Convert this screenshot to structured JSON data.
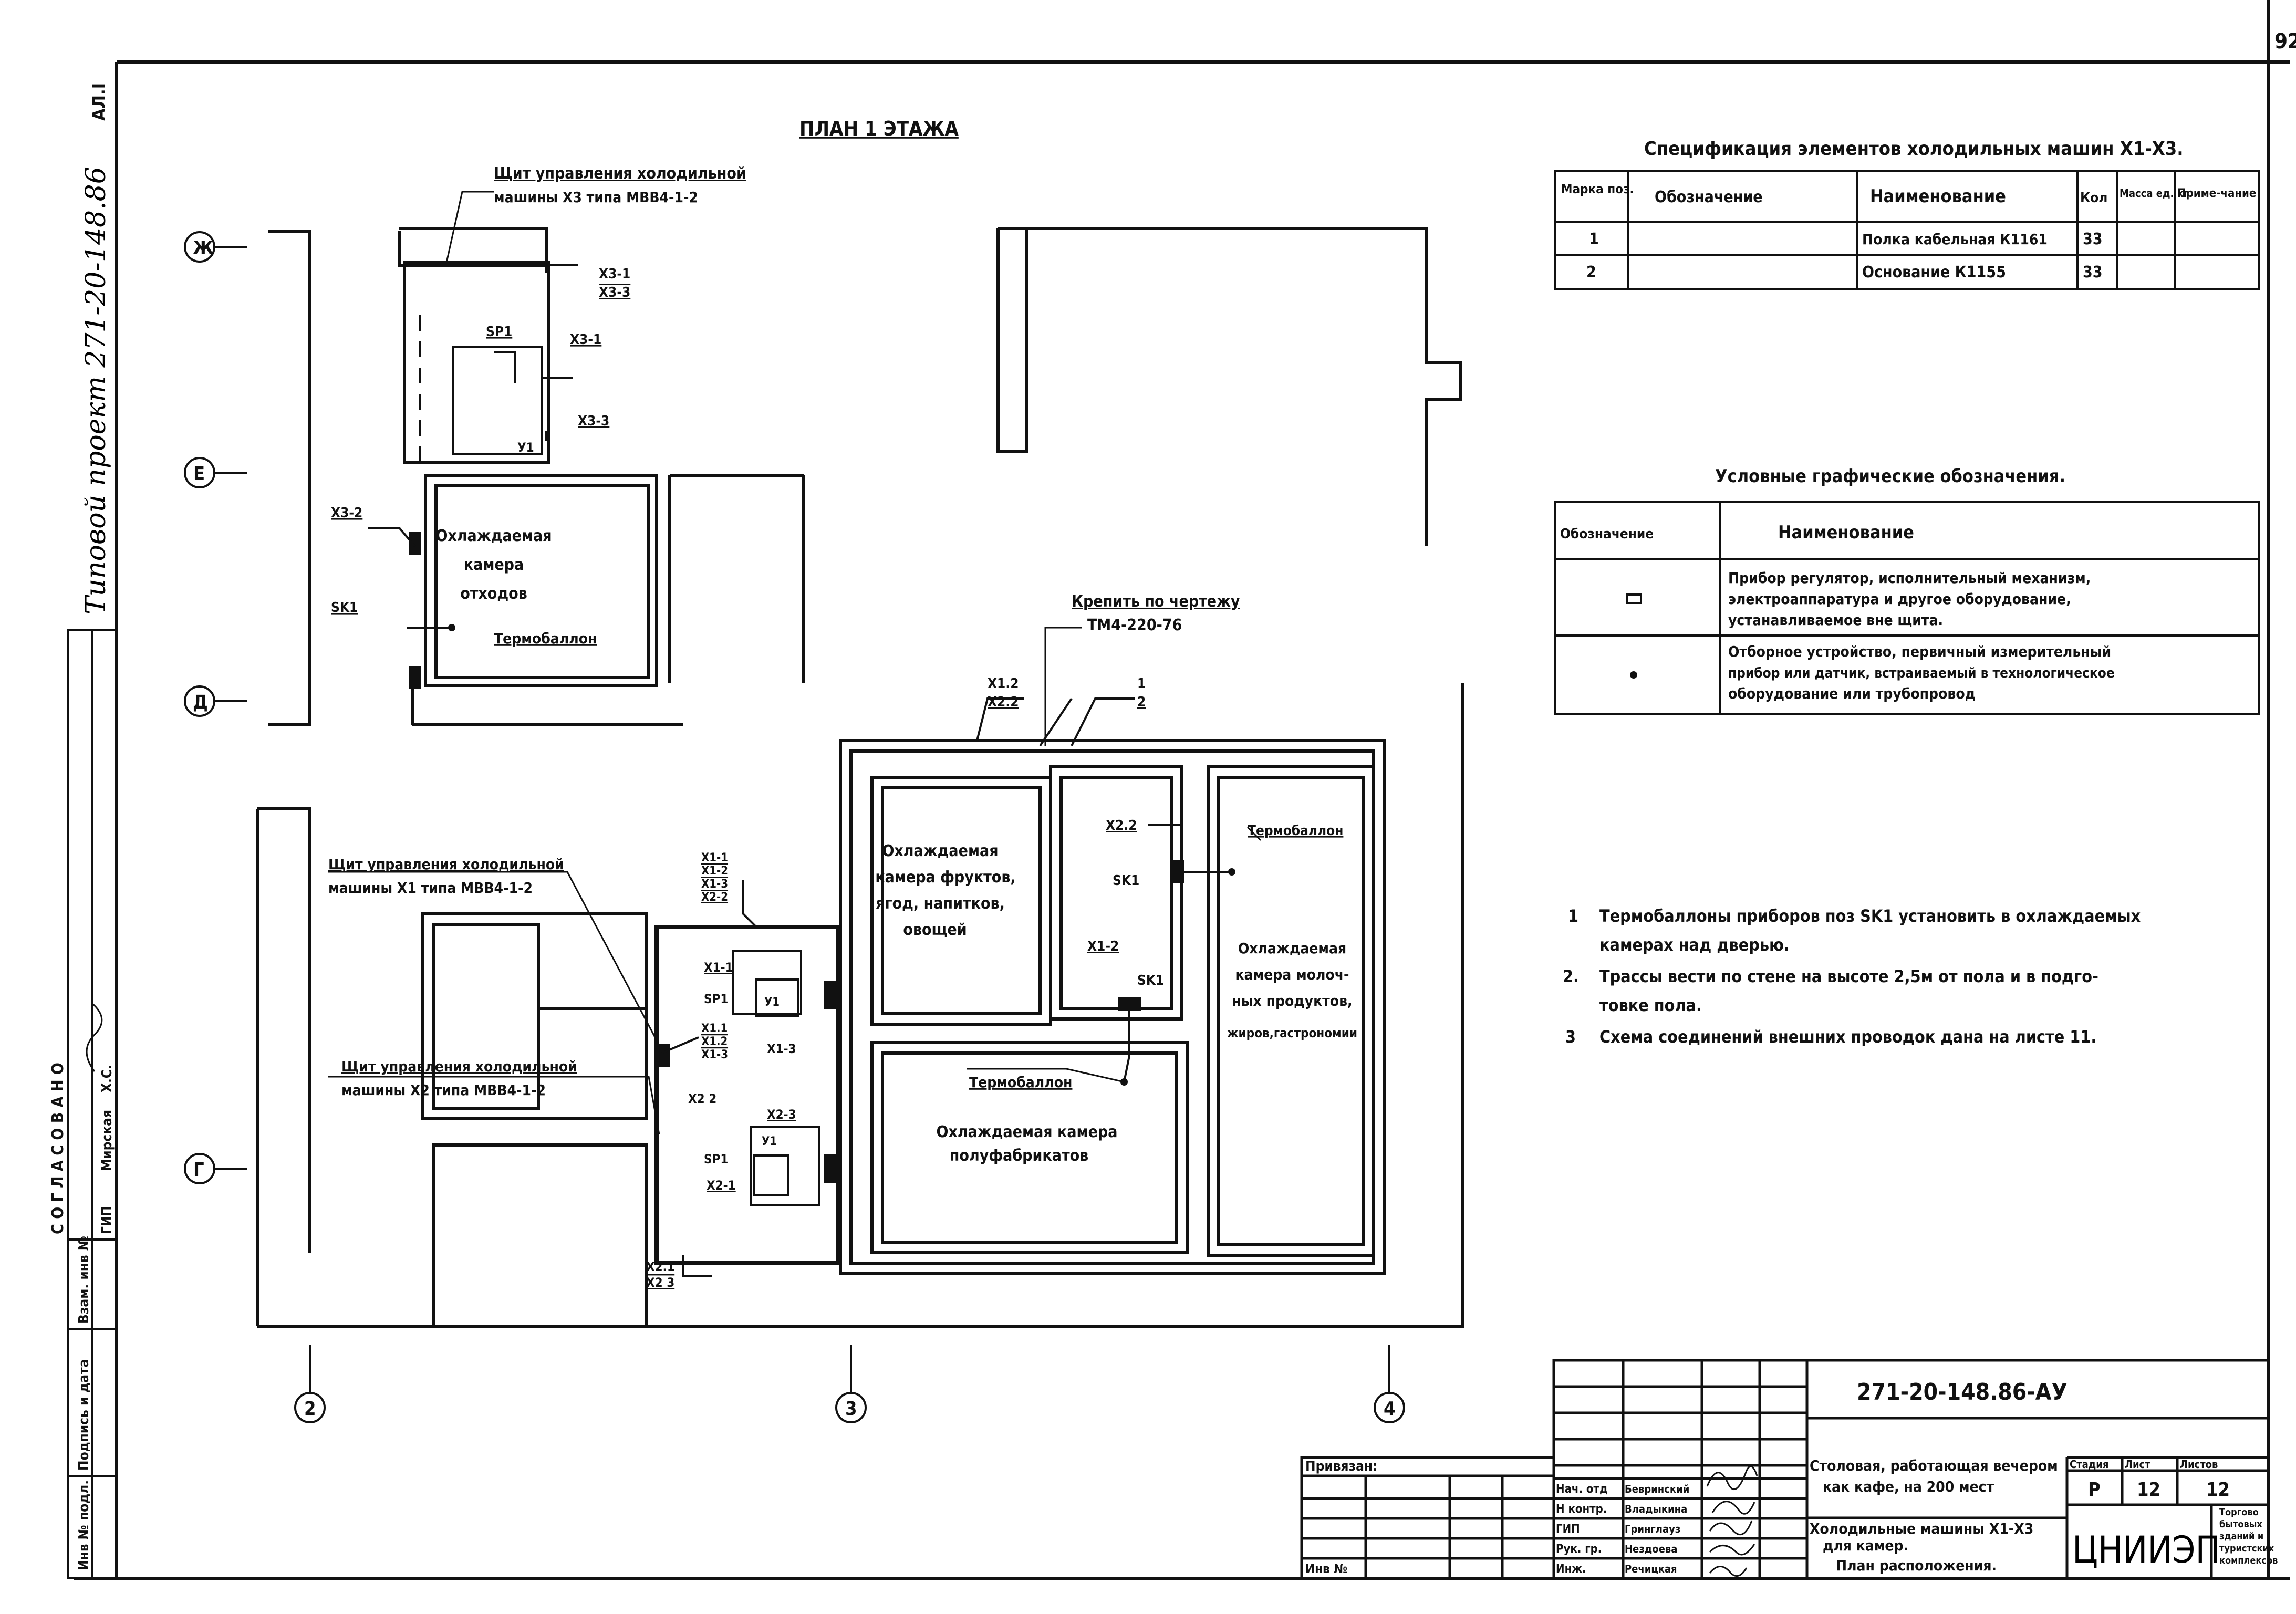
{
  "sheet_number": "92",
  "side": {
    "project_handwritten": "Типовой проект 271-20-148.86",
    "code": "АЛ.I",
    "stamp_labels": [
      "Инв № подл.",
      "Подпись и дата",
      "Взам. инв №"
    ],
    "agreed_title": "С О Г Л А С О В А Н О",
    "agreed_rows": [
      [
        "ГИП",
        "Мирская"
      ],
      [
        "Х.С.",
        ""
      ]
    ]
  },
  "plan": {
    "title": "ПЛАН 1 ЭТАЖА",
    "axis_rows": [
      "Ж",
      "Е",
      "Д",
      "Г"
    ],
    "axis_cols": [
      "2",
      "3",
      "4"
    ],
    "rooms": {
      "waste": [
        "Охлаждаемая",
        "камера",
        "отходов"
      ],
      "fruits": [
        "Охлаждаемая",
        "камера фруктов,",
        "ягод, напитков,",
        "овощей"
      ],
      "dairy": [
        "Охлаждаемая",
        "камера молоч-",
        "ных продуктов,",
        "жиров,гастрономии"
      ],
      "semi": [
        "Охлаждаемая камера",
        "полуфабрикатов"
      ]
    },
    "labels": {
      "panel_x3": [
        "Щит управления холодильной",
        "машины Х3 типа МВВ4-1-2"
      ],
      "panel_x1": [
        "Щит управления холодильной",
        "машины Х1 типа МВВ4-1-2"
      ],
      "panel_x2": [
        "Щит управления холодильной",
        "машины Х2 типа МВВ4-1-2"
      ],
      "fix": [
        "Крепить по чертежу",
        "ТМ4-220-76"
      ],
      "thermo": "Термобаллон",
      "x3_1_x3_3": [
        "Х3-1",
        "Х3-3"
      ],
      "x3_1": "Х3-1",
      "x3_3": "Х3-3",
      "x3_2": "Х3-2",
      "sp1": "SP1",
      "y1": "У1",
      "sk1": "SK1",
      "x1_2_x2_2": [
        "Х1.2",
        "Х2.2"
      ],
      "mark_1_2": [
        "1",
        "2"
      ],
      "x1_block": [
        "Х1-1",
        "Х1-2",
        "Х1-3",
        "Х2-2"
      ],
      "x1_block2": [
        "Х1.1",
        "Х1.2",
        "Х1-3"
      ],
      "x1_1": "Х1-1",
      "x1_3": "Х1-3",
      "x2_2": "Х2.2",
      "x2_2b": "Х2 2",
      "x1_2": "Х1-2",
      "x2_3": "Х2-3",
      "x2_1": "Х2-1",
      "x2_1_x2_3": [
        "Х2.1",
        "Х2 3"
      ]
    }
  },
  "spec": {
    "title": "Спецификация элементов холодильных машин Х1-Х3.",
    "headers": [
      "Марка поз.",
      "Обозначение",
      "Наименование",
      "Кол",
      "Масса ед. кг",
      "Приме-чание"
    ],
    "rows": [
      [
        "1",
        "",
        "Полка кабельная К1161",
        "33",
        "",
        ""
      ],
      [
        "2",
        "",
        "Основание К1155",
        "33",
        "",
        ""
      ]
    ]
  },
  "legend": {
    "title": "Условные графические обозначения.",
    "headers": [
      "Обозначение",
      "Наименование"
    ],
    "rows": [
      [
        "Прибор регулятор, исполнительный механизм,",
        "электроаппаратура и другое оборудование,",
        "устанавливаемое вне щита."
      ],
      [
        "Отборное устройство, первичный измерительный",
        "прибор или датчик, встраиваемый в технологическое",
        "оборудование или трубопровод"
      ]
    ]
  },
  "notes": [
    [
      "1",
      "Термобаллоны приборов поз SK1 установить в охлаждаемых",
      "камерах над дверью."
    ],
    [
      "2.",
      "Трассы вести по стене на высоте 2,5м от пола и в подго-",
      "товке пола."
    ],
    [
      "3",
      "Схема соединений внешних проводок дана на листе 11.",
      ""
    ]
  ],
  "title_block": {
    "code": "271-20-148.86-АУ",
    "privyazan": "Привязан:",
    "inv": "Инв №",
    "people": [
      [
        "Нач. отд",
        "Бевринский"
      ],
      [
        "Н контр.",
        "Владыкина"
      ],
      [
        "ГИП",
        "Гринглауз"
      ],
      [
        "Рук. гр.",
        "Нездоева"
      ],
      [
        "Инж.",
        "Речицкая"
      ]
    ],
    "object": [
      "Столовая, работающая вечером",
      "как кафе, на 200 мест"
    ],
    "sheet_title": [
      "Холодильные машины Х1-Х3",
      "для камер.",
      "План расположения."
    ],
    "stage_h": "Стадия",
    "sheet_h": "Лист",
    "sheets_h": "Листов",
    "stage": "Р",
    "sheet": "12",
    "sheets": "12",
    "org": "ЦНИИЭП",
    "org_sub": [
      "Торгово",
      "бытовых",
      "зданий и",
      "туристских",
      "комплексов"
    ]
  }
}
